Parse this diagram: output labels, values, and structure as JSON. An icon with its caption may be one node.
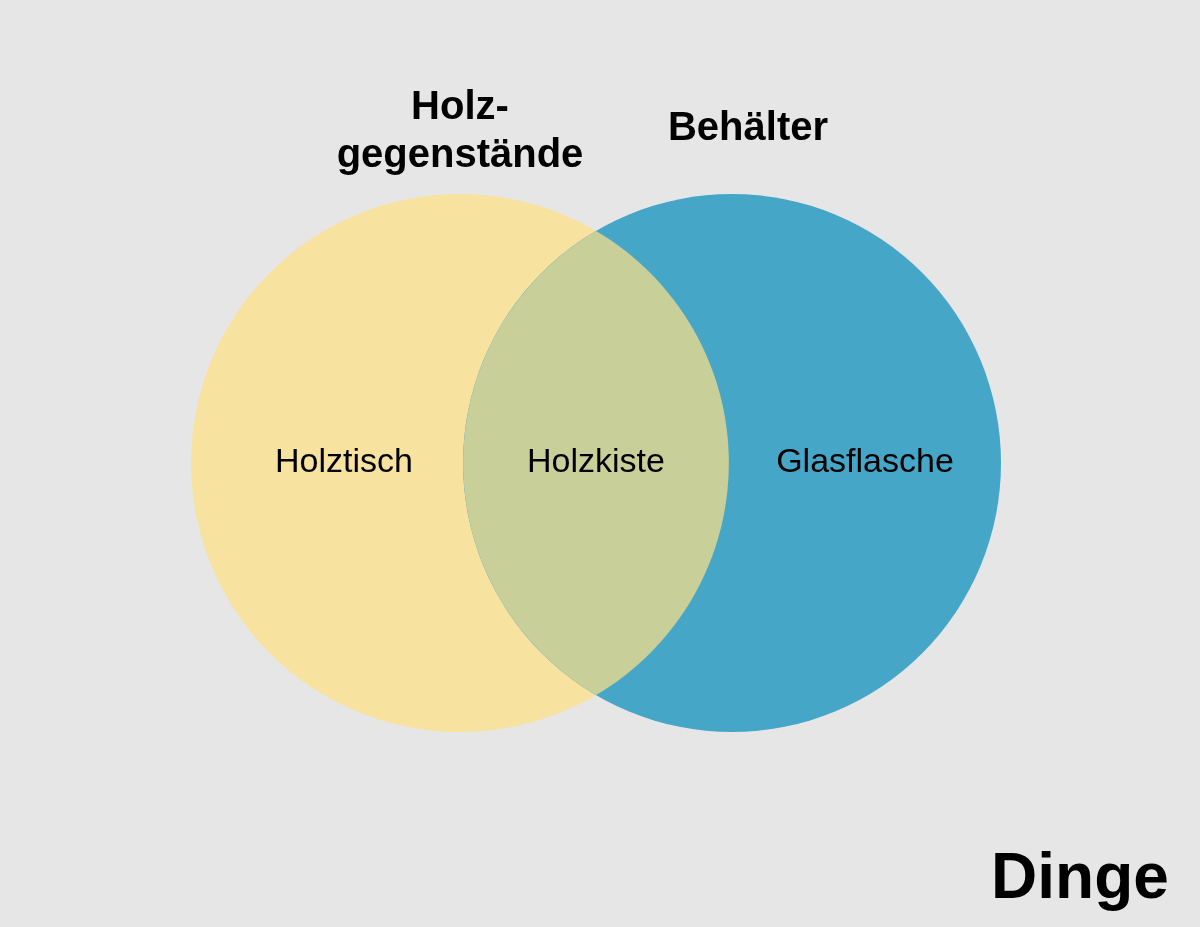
{
  "diagram": {
    "nodes": [
      {
        "text": [
          "Dinge"
        ]
      },
      {
        "text": [
          "Holz- gegenstände",
          "Holztisch"
        ],
        "in": 0
      },
      {
        "text": [
          "Behälter",
          "Glasflasche"
        ],
        "in": 0
      },
      {
        "text": [
          "Holzkiste"
        ]
      }
    ]
  }
}
